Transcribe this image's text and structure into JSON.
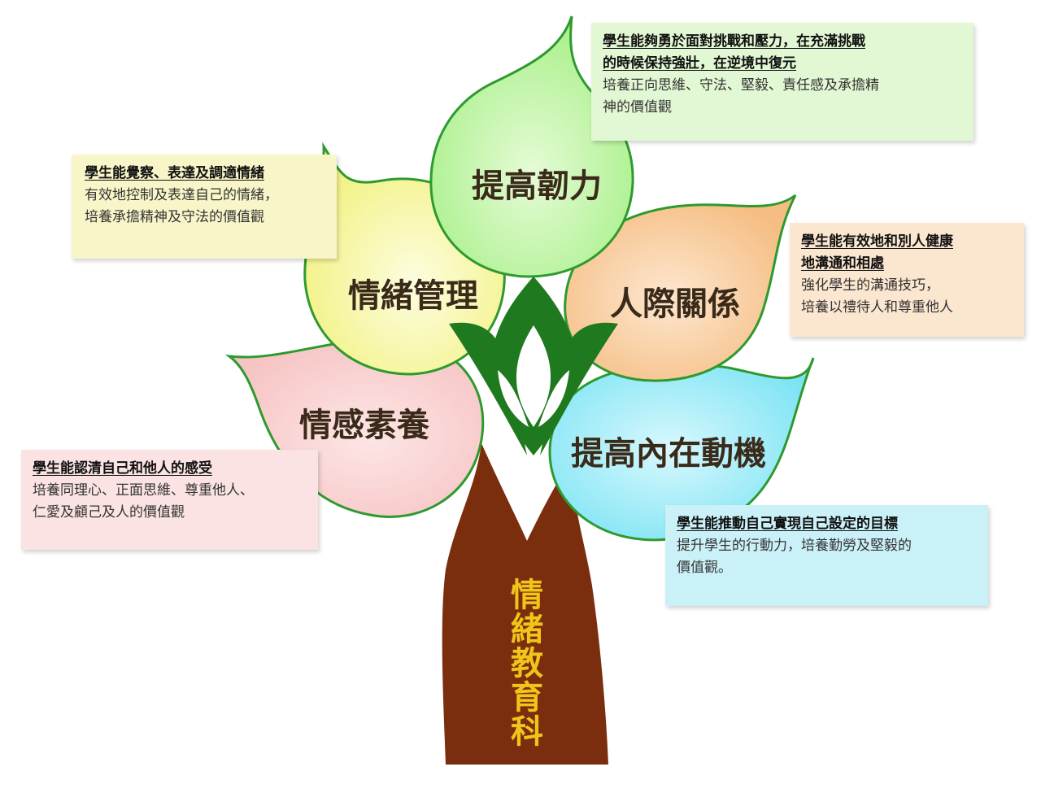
{
  "leaves": {
    "top": "提高韌力",
    "left": "情緒管理",
    "right": "人際關係",
    "bottom_left": "情感素養",
    "bottom_right": "提高內在動機"
  },
  "trunk_label": [
    "情",
    "緒",
    "教",
    "育",
    "科"
  ],
  "notes": {
    "top": {
      "head": [
        "學生能夠勇於面對挑戰和壓力，在充滿挑戰",
        "的時候保持強壯，在逆境中復元"
      ],
      "body": [
        "培養正向思維、守法、堅毅、責任感及承擔精",
        "神的價值觀"
      ]
    },
    "left": {
      "head": [
        "學生能覺察、表達及調適情緒"
      ],
      "body": [
        "有效地控制及表達自己的情緒，",
        "培養承擔精神及守法的價值觀"
      ]
    },
    "right": {
      "head": [
        "學生能有效地和別人健康",
        "地溝通和相處"
      ],
      "body": [
        "強化學生的溝通技巧，",
        "培養以禮待人和尊重他人"
      ]
    },
    "bottom_left": {
      "head": [
        "學生能認清自己和他人的感受"
      ],
      "body": [
        "培養同理心、正面思維、尊重他人、",
        "仁愛及顧己及人的價值觀"
      ]
    },
    "bottom_right": {
      "head": [
        "學生能推動自己實現自己設定的目標"
      ],
      "body": [
        "提升學生的行動力，培養勤勞及堅毅的",
        "價值觀。"
      ]
    }
  },
  "colors": {
    "trunk": "#7a2e0e",
    "leaf_top": "#a8f08a",
    "leaf_left": "#f2f284",
    "leaf_right": "#f5bd82",
    "leaf_bottom_left": "#f7c4c4",
    "leaf_bottom_right": "#7ee4f4",
    "leaf_outline": "#2e9a2e",
    "emblem": "#1f7a1f",
    "trunk_text": "#f0c419"
  }
}
